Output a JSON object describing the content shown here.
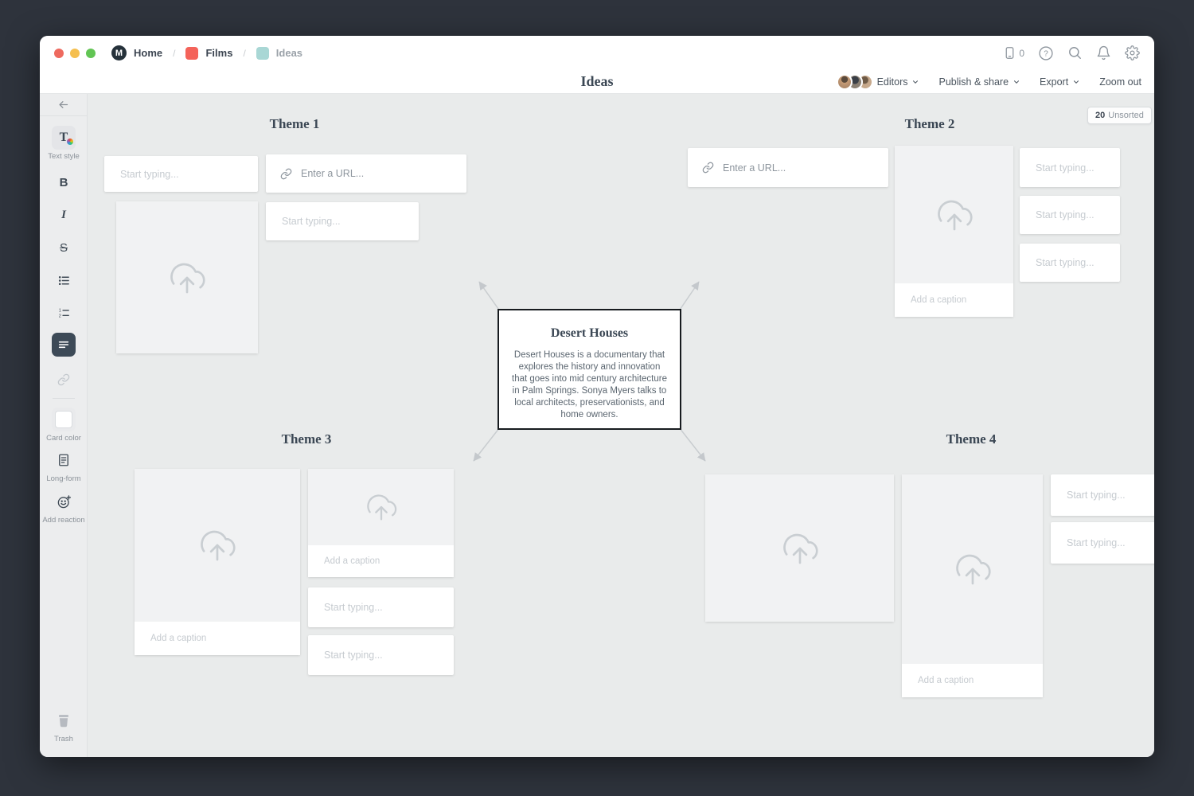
{
  "titlebar": {
    "logo": "M",
    "breadcrumb": [
      {
        "label": "Home"
      },
      {
        "label": "Films"
      },
      {
        "label": "Ideas"
      }
    ],
    "separator": "/",
    "mobile_count": "0",
    "help_glyph": "?"
  },
  "menubar": {
    "title": "Ideas",
    "editors_label": "Editors",
    "publish_label": "Publish & share",
    "export_label": "Export",
    "zoom_out_label": "Zoom out"
  },
  "badge": {
    "count": "20",
    "label": "Unsorted"
  },
  "sidebar": {
    "text_style": "Text style",
    "bold": "B",
    "italic": "I",
    "strike": "S",
    "card_color": "Card color",
    "long_form": "Long-form",
    "add_reaction": "Add reaction",
    "trash": "Trash"
  },
  "themes": [
    {
      "title": "Theme 1"
    },
    {
      "title": "Theme 2"
    },
    {
      "title": "Theme 3"
    },
    {
      "title": "Theme 4"
    }
  ],
  "center_card": {
    "title": "Desert Houses",
    "body": "Desert Houses is a documentary that explores the history and innovation that goes into mid century architecture in Palm Springs. Sonya Myers talks to local architects, preservationists, and home owners."
  },
  "strings": {
    "start_typing": "Start typing...",
    "enter_url": "Enter a URL...",
    "add_caption": "Add a caption"
  },
  "icons": {
    "films_chip_color": "#f4635a",
    "ideas_chip_color": "#a9d7d5",
    "selected_tool_color": "#3d4a57",
    "arrow_color": "#c4c8cc"
  }
}
